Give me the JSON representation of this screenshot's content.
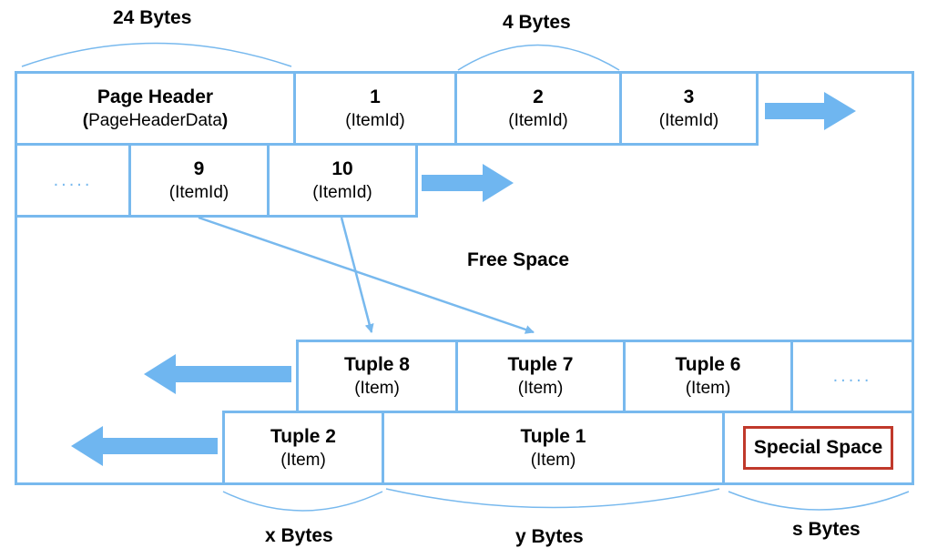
{
  "top_labels": {
    "header_size": "24 Bytes",
    "itemid_size": "4 Bytes"
  },
  "header": {
    "title": "Page Header",
    "open_paren": "(",
    "struct": "PageHeaderData",
    "close_paren": ")"
  },
  "itemids_row1": [
    {
      "num": "1",
      "type": "(ItemId)"
    },
    {
      "num": "2",
      "type": "(ItemId)"
    },
    {
      "num": "3",
      "type": "(ItemId)"
    }
  ],
  "itemids_row2": {
    "ellipsis": ".....",
    "items": [
      {
        "num": "9",
        "type": "(ItemId)"
      },
      {
        "num": "10",
        "type": "(ItemId)"
      }
    ]
  },
  "free_space": "Free Space",
  "tuples_row1": {
    "items": [
      {
        "name": "Tuple 8",
        "type": "(Item)"
      },
      {
        "name": "Tuple 7",
        "type": "(Item)"
      },
      {
        "name": "Tuple 6",
        "type": "(Item)"
      }
    ],
    "ellipsis": "....."
  },
  "tuples_row2": [
    {
      "name": "Tuple 2",
      "type": "(Item)"
    },
    {
      "name": "Tuple 1",
      "type": "(Item)"
    }
  ],
  "special_space": "Special Space",
  "bottom_labels": {
    "x": "x Bytes",
    "y": "y Bytes",
    "s": "s Bytes"
  },
  "colors": {
    "stroke": "#78b9ee",
    "arrow": "#6fb6f0",
    "special_border": "#c0392b"
  }
}
